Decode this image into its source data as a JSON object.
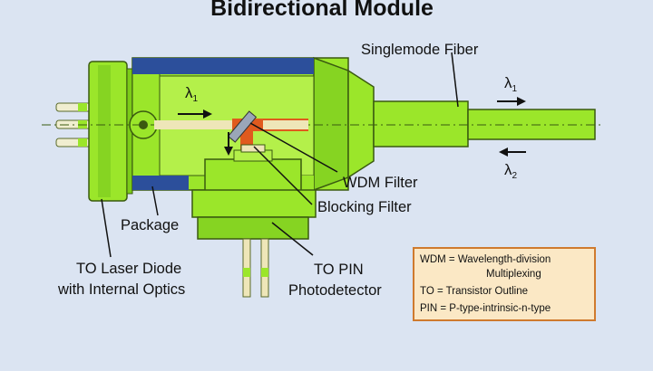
{
  "title": "Bidirectional Module",
  "labels": {
    "singlemode_fiber": "Singlemode Fiber",
    "wdm_filter": "WDM Filter",
    "blocking_filter": "Blocking Filter",
    "package": "Package",
    "to_laser_line1": "TO Laser Diode",
    "to_laser_line2": "with Internal Optics",
    "to_pin_line1": "TO PIN",
    "to_pin_line2": "Photodetector"
  },
  "wavelengths": {
    "lambda": "λ",
    "sub1": "1",
    "sub2": "2"
  },
  "legend": {
    "wdm_line1": "WDM = Wavelength-division",
    "wdm_line2": "Multiplexing",
    "to_line": "TO = Transistor Outline",
    "pin_line": "PIN = P-type-intrinsic-n-type"
  },
  "colors": {
    "background": "#dbe4f2",
    "body_green": "#9be62a",
    "body_green_dark": "#7ccc18",
    "package_blue": "#2c4f9b",
    "beam_orange": "#e05a1e",
    "beam_tan": "#eee6b8",
    "legend_fill": "#fbe8c5",
    "legend_border": "#cf7a2e"
  }
}
